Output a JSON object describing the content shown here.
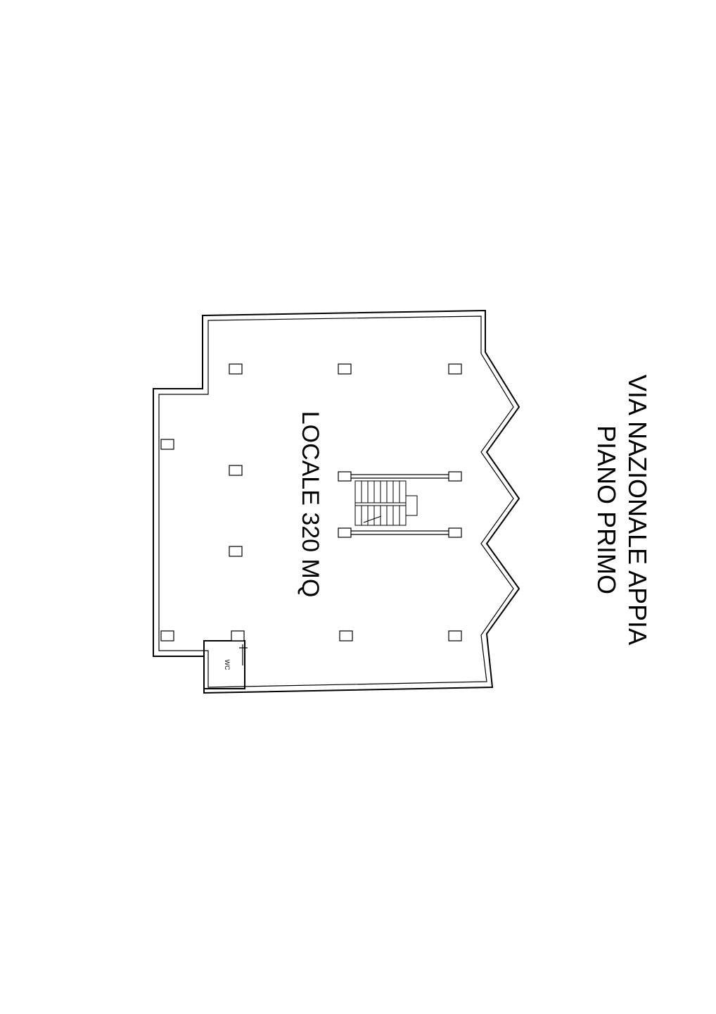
{
  "plan": {
    "room_label": "LOCALE 320 MQ",
    "wc_label": "WC"
  },
  "title": {
    "street": "VIA NAZIONALE APPIA",
    "floor": "PIANO PRIMO"
  }
}
